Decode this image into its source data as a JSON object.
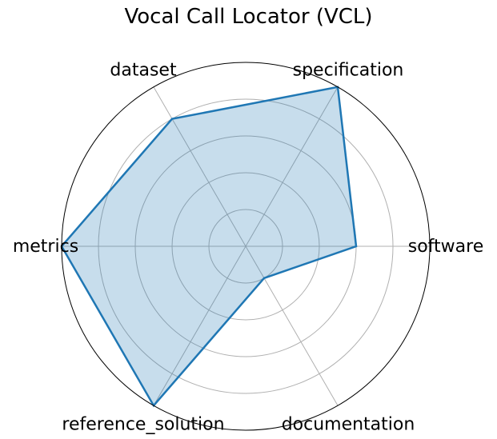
{
  "chart_data": {
    "type": "radar",
    "title": "Vocal Call Locator (VCL)",
    "categories": [
      "software",
      "specification",
      "dataset",
      "metrics",
      "reference_solution",
      "documentation"
    ],
    "series": [
      {
        "name": "Vocal Call Locator (VCL)",
        "values": [
          0.6,
          1.0,
          0.8,
          1.0,
          1.0,
          0.2
        ]
      }
    ],
    "rlim": [
      0,
      1.0
    ],
    "rgrid": [
      0.2,
      0.4,
      0.6,
      0.8,
      1.0
    ],
    "rtick_labels_visible": false,
    "grid": true,
    "colors": {
      "line": "#1f77b4",
      "fill": "#1f77b4",
      "fill_alpha": 0.25,
      "grid": "#b0b0b0",
      "frame": "#000000"
    }
  }
}
